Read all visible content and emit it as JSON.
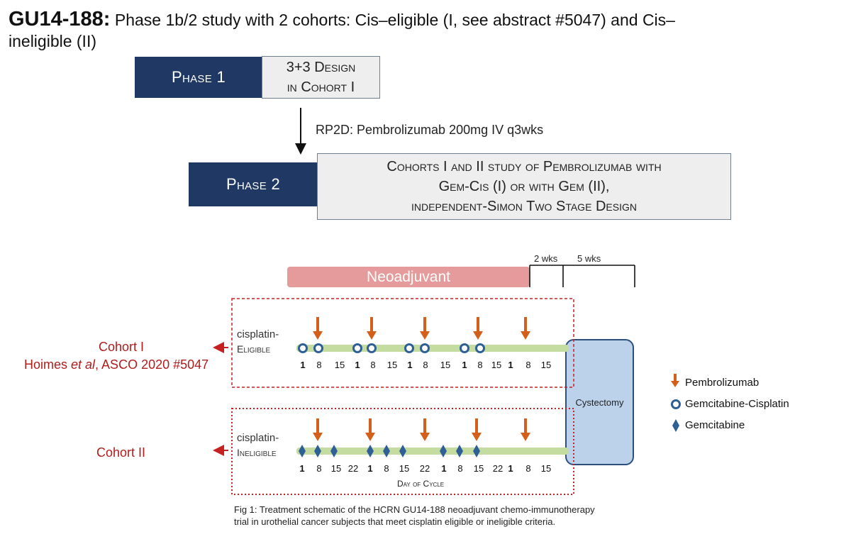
{
  "header": {
    "study_code": "GU14-188:",
    "description_line1": "Phase 1b/2 study with 2 cohorts: Cis–eligible (I, see abstract #5047) and Cis–",
    "description_line2": "ineligible (II)"
  },
  "phase1": {
    "label": "Phase 1",
    "design_line1": "3+3 Design",
    "design_line2": "in Cohort I"
  },
  "rp2d": "RP2D: Pembrolizumab 200mg IV q3wks",
  "phase2": {
    "label": "Phase 2",
    "line1": "Cohorts I and II study of Pembrolizumab with",
    "line2": "Gem-Cis (I) or with Gem (II),",
    "line3": "independent-Simon Two Stage Design"
  },
  "timeline": {
    "neoadjuvant": "Neoadjuvant",
    "wks_a": "2 wks",
    "wks_b": "5 wks"
  },
  "cohort1": {
    "label": "Cohort I",
    "reference_prefix": "Hoimes ",
    "reference_italic": "et al",
    "reference_suffix": ", ASCO 2020 #5047",
    "row_label_line1": "cisplatin-",
    "row_label_line2": "Eligible",
    "days": [
      "1",
      "8",
      "15",
      "1",
      "8",
      "15",
      "1",
      "8",
      "15",
      "1",
      "8",
      "15",
      "1",
      "8",
      "15"
    ]
  },
  "cohort2": {
    "label": "Cohort II",
    "row_label_line1": "cisplatin-",
    "row_label_line2": "Ineligible",
    "days": [
      "1",
      "8",
      "15",
      "22",
      "1",
      "8",
      "15",
      "22",
      "1",
      "8",
      "15",
      "22",
      "1",
      "8",
      "15"
    ],
    "axis_label": "Day of Cycle"
  },
  "cystectomy": "Cystectomy",
  "legend": {
    "items": [
      {
        "label": "Pembrolizumab",
        "icon": "orange-arrow"
      },
      {
        "label": "Gemcitabine-Cisplatin",
        "icon": "blue-circle"
      },
      {
        "label": "Gemcitabine",
        "icon": "blue-diamond"
      }
    ]
  },
  "caption": {
    "line1": "Fig 1:  Treatment schematic of the HCRN GU14-188 neoadjuvant chemo-immunotherapy",
    "line2": "trial in urothelial cancer subjects that meet cisplatin eligible or ineligible criteria."
  },
  "colors": {
    "phase_box": "#1f3864",
    "neoadjuvant": "#e59b9b",
    "timeline_bar": "#c5dca0",
    "pembro_arrow": "#d35f1a",
    "gem_marker": "#2e5f97",
    "cohort_text": "#b01c1c",
    "cystectomy": "#bcd1ea"
  }
}
